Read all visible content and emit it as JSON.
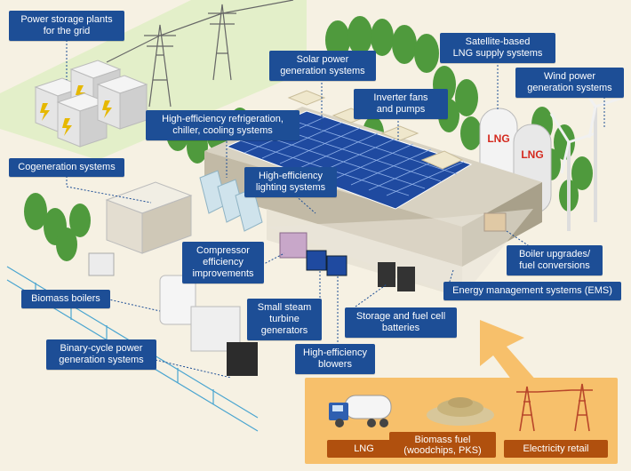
{
  "labels": {
    "power_storage_plants": "Power storage plants\nfor the grid",
    "solar_power": "Solar power\ngeneration systems",
    "satellite_lng": "Satellite-based\nLNG supply systems",
    "wind_power": "Wind power\ngeneration systems",
    "inverter": "Inverter fans\nand pumps",
    "refrigeration": "High-efficiency refrigeration,\nchiller, cooling systems",
    "cogeneration": "Cogeneration systems",
    "lighting": "High-efficiency\nlighting systems",
    "compressor": "Compressor\nefficiency\nimprovements",
    "boiler_upgrades": "Boiler upgrades/\nfuel conversions",
    "ems": "Energy management systems (EMS)",
    "biomass_boilers": "Biomass boilers",
    "steam_turbine": "Small steam\nturbine\ngenerators",
    "storage_fuel_cell": "Storage and fuel cell\nbatteries",
    "binary_cycle": "Binary-cycle power\ngeneration systems",
    "blowers": "High-efficiency\nblowers"
  },
  "tank_text": [
    "LNG",
    "LNG"
  ],
  "supply": {
    "lng": "LNG",
    "biomass_fuel": "Biomass fuel\n(woodchips, PKS)",
    "electricity_retail": "Electricity retail"
  },
  "colors": {
    "label_bg": "#1d4e96",
    "supply_bg": "#f7c06b",
    "supply_tag": "#b0500e",
    "solar_panel": "#1f4aa0",
    "tree_green": "#4f9a3d",
    "lng_red": "#d42a1f"
  }
}
